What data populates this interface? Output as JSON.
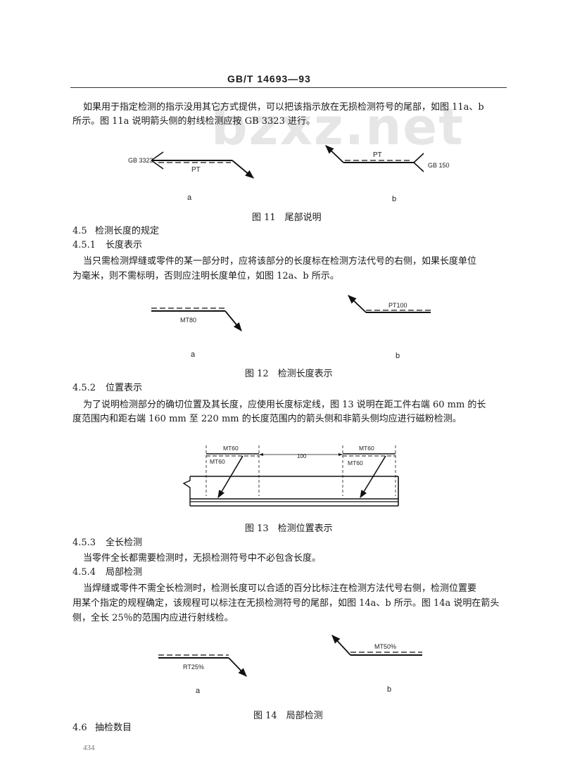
{
  "header": {
    "code": "GB/T 14693—93"
  },
  "watermark": "bzxz.net",
  "intro": {
    "line1": "如果用于指定检测的指示没用其它方式提供，可以把该指示放在无损检测符号的尾部，如图 11a、b",
    "line2": "所示。图 11a 说明箭头侧的射线检测应按 GB 3323 进行。"
  },
  "fig11": {
    "a_ref": "GB 3323",
    "a_method": "PT",
    "b_method": "PT",
    "b_ref": "GB 150",
    "label_a": "a",
    "label_b": "b",
    "caption": "图 11　尾部说明"
  },
  "s45": {
    "number": "4.5",
    "title": "检测长度的规定"
  },
  "s451": {
    "number": "4.5.1",
    "title": "长度表示",
    "line1": "当只需检测焊缝或零件的某一部分时，应将该部分的长度标在检测方法代号的右侧，如果长度单位",
    "line2": "为毫米，则不需标明，否则应注明长度单位，如图 12a、b 所示。"
  },
  "fig12": {
    "a_label": "MT80",
    "b_label": "PT100",
    "label_a": "a",
    "label_b": "b",
    "caption": "图 12　检测长度表示"
  },
  "s452": {
    "number": "4.5.2",
    "title": "位置表示",
    "line1": "为了说明检测部分的确切位置及其长度，应使用长度标定线，图 13 说明在距工件右端 60 mm 的长",
    "line2": "度范围内和距右端 160 mm 至 220 mm 的长度范围内的箭头侧和非箭头侧均应进行磁粉检测。"
  },
  "fig13": {
    "l_top": "MT60",
    "l_bot": "MT60",
    "dim": "100",
    "r_top": "MT60",
    "r_bot": "MT60",
    "caption": "图 13　检测位置表示"
  },
  "s453": {
    "number": "4.5.3",
    "title": "全长检测",
    "line1": "当零件全长都需要检测时，无损检测符号中不必包含长度。"
  },
  "s454": {
    "number": "4.5.4",
    "title": "局部检测",
    "line1": "当焊缝或零件不需全长检测时，检测长度可以合适的百分比标注在检测方法代号右侧，检测位置要",
    "line2": "用某个指定的规程确定，该规程可以标注在无损检测符号的尾部，如图 14a、b 所示。图 14a 说明在箭头",
    "line3": "侧，全长 25％的范围内应进行射线检。"
  },
  "fig14": {
    "a_label": "RT25%",
    "b_label": "MT50%",
    "label_a": "a",
    "label_b": "b",
    "caption": "图 14　局部检测"
  },
  "s46": {
    "number": "4.6",
    "title": "抽检数目"
  },
  "page_number": "434"
}
